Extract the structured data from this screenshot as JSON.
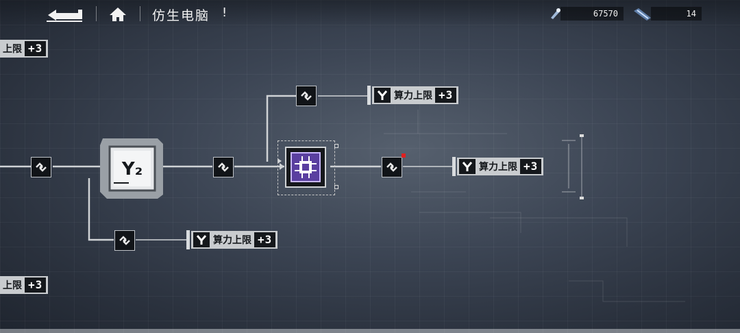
{
  "header": {
    "back_icon": "back-arrow-icon",
    "home_icon": "home-icon",
    "title": "仿生电脑",
    "alert": "!"
  },
  "resources": [
    {
      "icon": "data-core-icon",
      "value": "67570"
    },
    {
      "icon": "chip-stick-icon",
      "value": "14"
    }
  ],
  "rewards": {
    "left_top": {
      "label": "上限",
      "bonus": "+3"
    },
    "left_bottom": {
      "label": "上限",
      "bonus": "+3"
    },
    "top": {
      "label": "算力上限",
      "bonus": "+3"
    },
    "middle": {
      "label": "算力上限",
      "bonus": "+3"
    },
    "bottom": {
      "label": "算力上限",
      "bonus": "+3"
    }
  },
  "nodes": {
    "main_badge": "Y₂"
  },
  "colors": {
    "accent_purple": "#5a3fa0",
    "alert_red": "#e02020",
    "wire": "#d0d3d6"
  }
}
